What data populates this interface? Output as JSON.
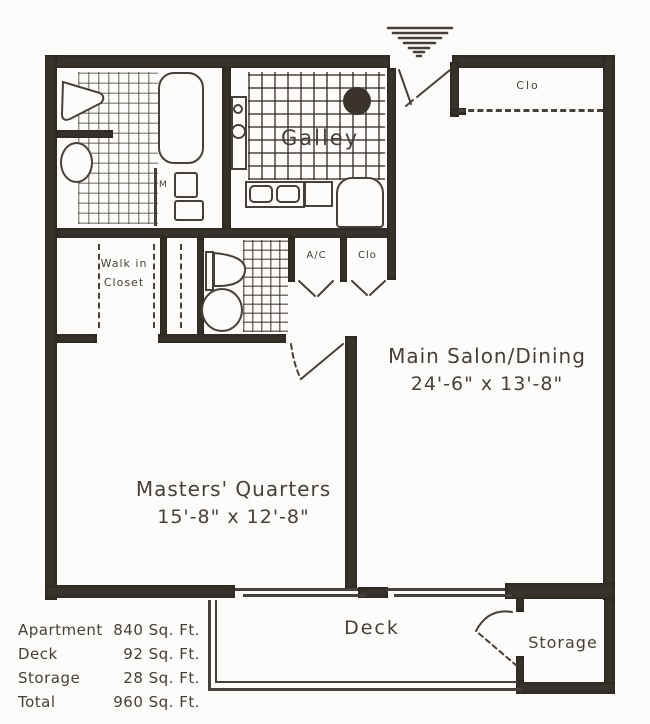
{
  "rooms": {
    "galley": {
      "name": "Galley"
    },
    "main_salon": {
      "name": "Main Salon/Dining",
      "dims": "24'-6\" x 13'-8\""
    },
    "masters": {
      "name": "Masters' Quarters",
      "dims": "15'-8\" x 12'-8\""
    },
    "walk_in_closet": {
      "line1": "Walk in",
      "line2": "Closet"
    },
    "ac_closet": {
      "name": "A/C"
    },
    "hall_closet": {
      "name": "Clo"
    },
    "entry_closet": {
      "name": "Clo"
    },
    "deck": {
      "name": "Deck"
    },
    "storage": {
      "name": "Storage"
    }
  },
  "fixtures": {
    "washer_label": "M"
  },
  "area_table": {
    "rows": [
      {
        "label": "Apartment",
        "value": "840 Sq. Ft."
      },
      {
        "label": "Deck",
        "value": "92 Sq. Ft."
      },
      {
        "label": "Storage",
        "value": "28 Sq. Ft."
      },
      {
        "label": "Total",
        "value": "960 Sq. Ft."
      }
    ]
  },
  "colors": {
    "wall": "#3a332c",
    "ink": "#45403a",
    "paper": "#fdfcfa",
    "tile": "rgba(58,51,44,0.5)",
    "tile_strong": "rgba(48,41,34,0.65)"
  }
}
